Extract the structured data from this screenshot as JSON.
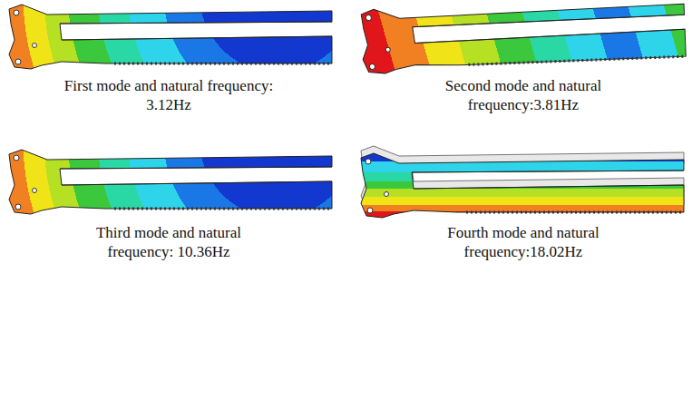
{
  "diagram": {
    "labels": [
      "First mode and natural frequency: 3.12Hz",
      "Second mode and natural frequency:3.81Hz",
      "Third mode and natural frequency: 10.36Hz",
      "Fourth mode and natural frequency:18.02Hz"
    ]
  }
}
